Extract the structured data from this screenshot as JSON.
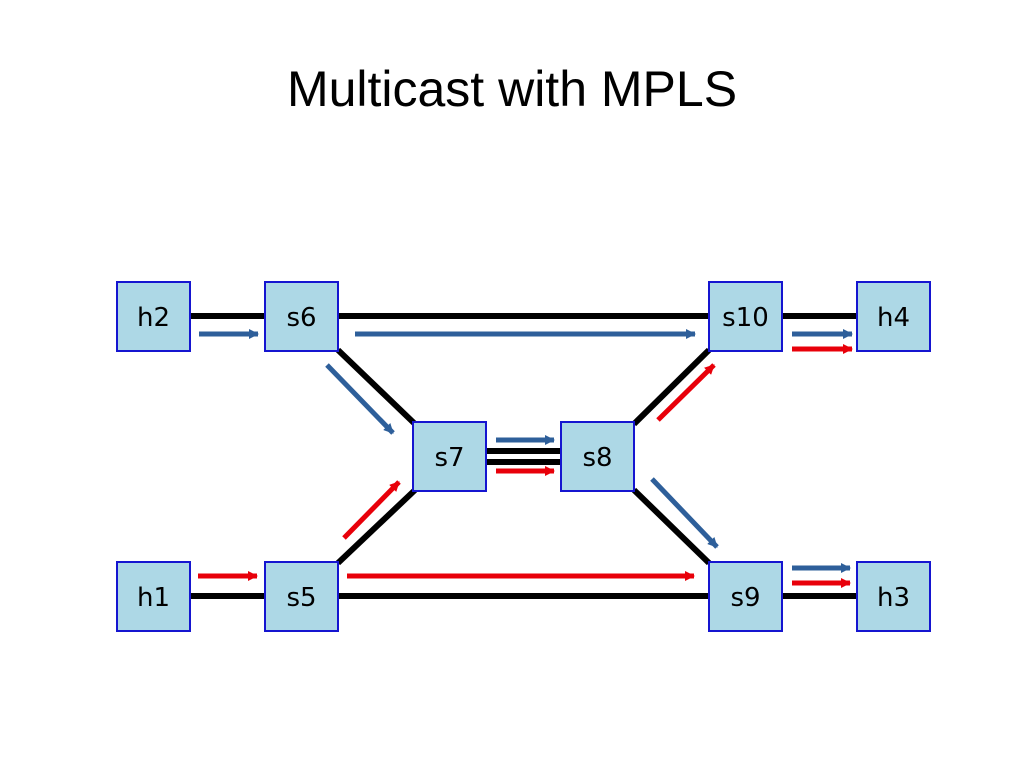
{
  "slide": {
    "title": "Multicast with MPLS"
  },
  "colors": {
    "node_fill": "#add8e6",
    "node_stroke": "#1515d0",
    "link": "#000000",
    "blue_flow": "#2e5f9a",
    "red_flow": "#e8000a"
  },
  "nodes": {
    "h2": "h2",
    "s6": "s6",
    "s10": "s10",
    "h4": "h4",
    "s7": "s7",
    "s8": "s8",
    "h1": "h1",
    "s5": "s5",
    "s9": "s9",
    "h3": "h3"
  }
}
